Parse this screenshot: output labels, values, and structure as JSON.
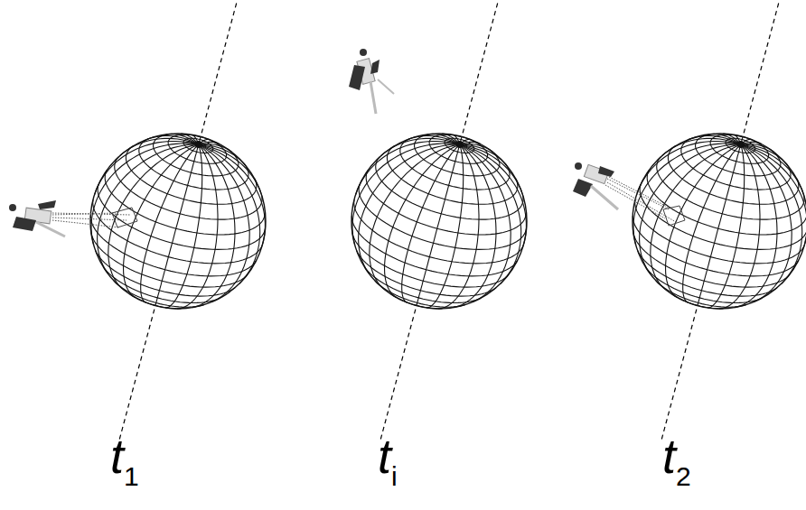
{
  "diagram": {
    "labels": [
      "t1",
      "ti",
      "t2"
    ]
  }
}
